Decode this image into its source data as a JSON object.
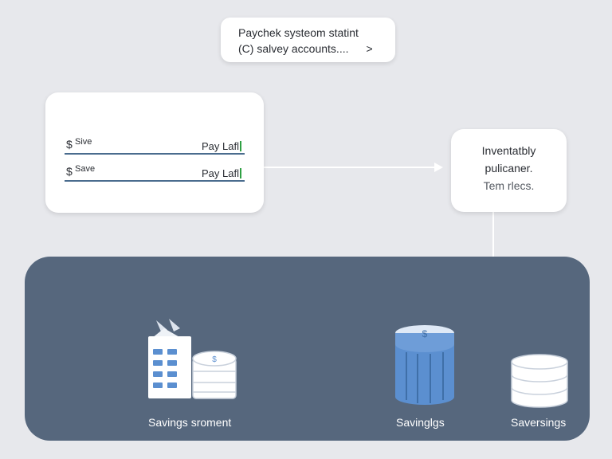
{
  "top_card": {
    "line1": "Paychek systeom statint",
    "line2": "(C) salvey accounts....",
    "chevron": ">"
  },
  "left_card": {
    "rows": [
      {
        "currency": "$",
        "label": "Sive",
        "pay_label": "Pay Lafl"
      },
      {
        "currency": "$",
        "label": "Save",
        "pay_label": "Pay Lafl"
      }
    ]
  },
  "right_card": {
    "line1": "Inventatbly",
    "line2": "pulicaner.",
    "line3": "Tem rlecs."
  },
  "panel": {
    "items": [
      {
        "label": "Savings sroment",
        "icon": "building-with-coins-icon"
      },
      {
        "label": "Savinglgs",
        "icon": "database-cylinder-icon",
        "badge": "$"
      },
      {
        "label": "Saversings",
        "icon": "database-stack-icon"
      }
    ]
  },
  "colors": {
    "background": "#e7e8ec",
    "panel": "#56677d",
    "accent_blue": "#5b8fd0",
    "line_green": "#2fa043"
  }
}
